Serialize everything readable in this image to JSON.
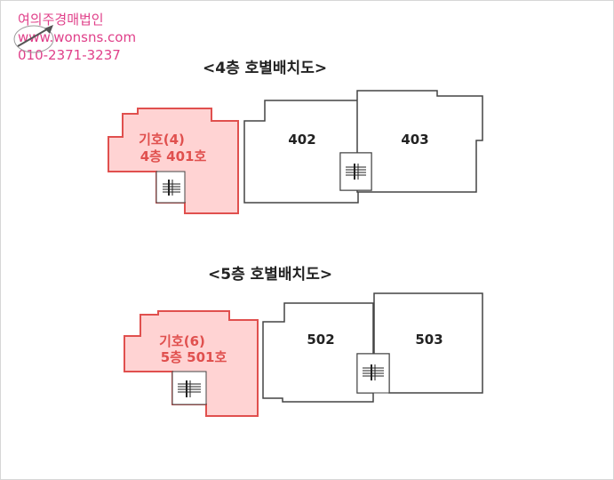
{
  "watermark": {
    "line1": "여의주경매법인",
    "line2": "www.wonsns.com",
    "line3": "010-2371-3237"
  },
  "floor4": {
    "heading": "<4층 호별배치도>",
    "highlight_line1": "기호(4)",
    "highlight_line2": "4층 401호",
    "unit_402": "402",
    "unit_403": "403"
  },
  "floor5": {
    "heading": "<5층 호별배치도>",
    "highlight_line1": "기호(6)",
    "highlight_line2": "5층 501호",
    "unit_502": "502",
    "unit_503": "503"
  },
  "colors": {
    "highlight_fill": "#ffd3d3",
    "highlight_stroke": "#e0504e",
    "highlight_text": "#e0504e",
    "outline": "#444444",
    "watermark": "#e0408a"
  }
}
